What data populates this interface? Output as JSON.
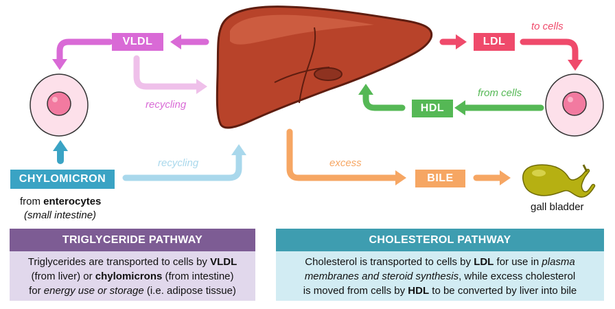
{
  "colors": {
    "vldl": "#d96ad6",
    "vldl_light": "#efc0ea",
    "ldl": "#ef4a6b",
    "hdl": "#55b855",
    "chylomicron": "#3aa3c4",
    "chylo_light": "#a9d8ec",
    "excess": "#f6a663",
    "liver": "#b8432a",
    "gall": "#b6b012",
    "trig_head": "#7d5c94",
    "trig_body": "#e1d8ec",
    "chol_head": "#3e9db0",
    "chol_body": "#d2ecf3"
  },
  "labels": {
    "vldl": "VLDL",
    "ldl": "LDL",
    "hdl": "HDL",
    "chylomicron": "CHYLOMICRON",
    "bile": "BILE"
  },
  "arrow_labels": {
    "to_cells": "to cells",
    "from_cells": "from cells",
    "recycling_vldl": "recycling",
    "recycling_chylo": "recycling",
    "excess": "excess"
  },
  "source": {
    "prefix": "from ",
    "bold": "enterocytes",
    "sub": "(small intestine)"
  },
  "gall_bladder": "gall bladder",
  "triglyceride_panel": {
    "title": "TRIGLYCERIDE PATHWAY",
    "line1_a": "Triglycerides are transported to cells by ",
    "line1_b": "VLDL",
    "line2_a": "(from liver) or ",
    "line2_b": "chylomicrons",
    "line2_c": " (from intestine)",
    "line3_a": "for ",
    "line3_b": "energy use or storage",
    "line3_c": " (i.e. adipose tissue)"
  },
  "cholesterol_panel": {
    "title": "CHOLESTEROL PATHWAY",
    "line1_a": "Cholesterol is transported to cells by ",
    "line1_b": "LDL",
    "line1_c": " for use in ",
    "line1_d": "plasma",
    "line2_a": "membranes and steroid synthesis",
    "line2_b": ", while excess cholesterol",
    "line3_a": "is moved from cells by ",
    "line3_b": "HDL",
    "line3_c": " to be converted by liver into bile"
  }
}
